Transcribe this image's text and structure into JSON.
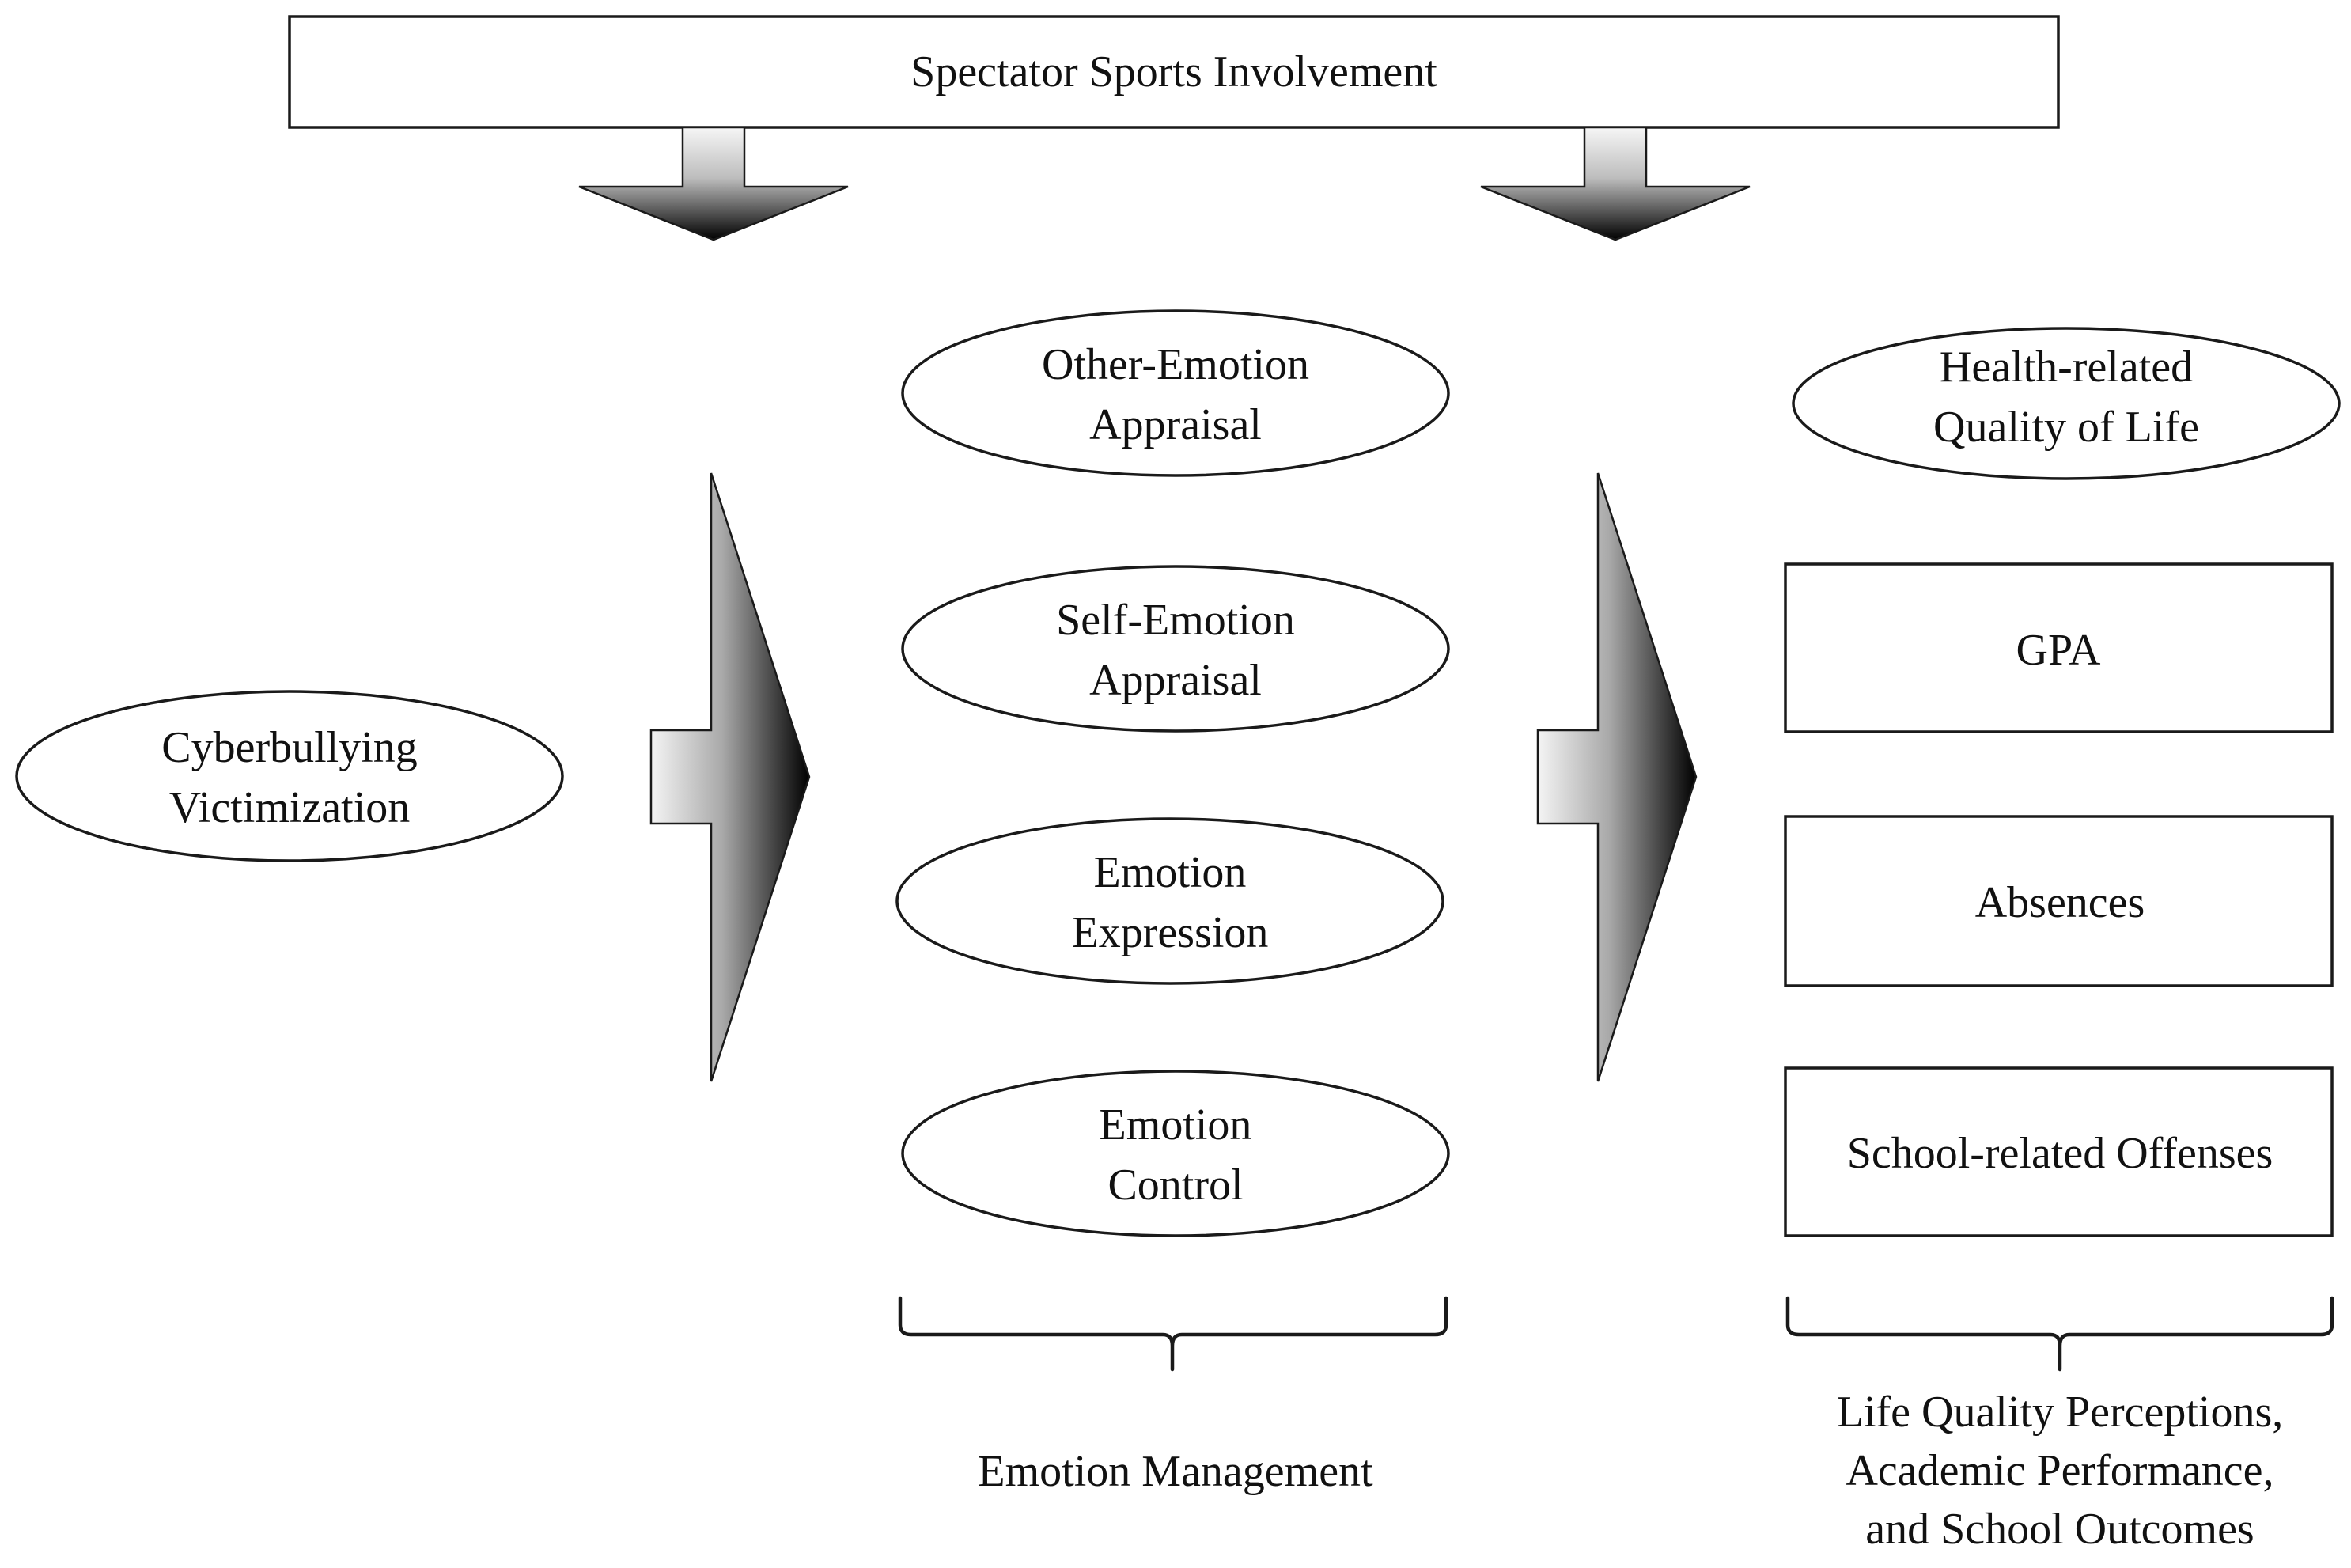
{
  "header": {
    "label": "Spectator Sports Involvement"
  },
  "predictor": {
    "line1": "Cyberbullying",
    "line2": "Victimization"
  },
  "emotion_management": {
    "items": [
      {
        "line1": "Other-Emotion",
        "line2": "Appraisal"
      },
      {
        "line1": "Self-Emotion",
        "line2": "Appraisal"
      },
      {
        "line1": "Emotion",
        "line2": "Expression"
      },
      {
        "line1": "Emotion",
        "line2": "Control"
      }
    ],
    "group_label": "Emotion Management"
  },
  "outcomes": {
    "quality_of_life": {
      "line1": "Health-related",
      "line2": "Quality of Life"
    },
    "gpa": "GPA",
    "absences": "Absences",
    "offenses": "School-related Offenses",
    "group_label": {
      "line1": "Life Quality Perceptions,",
      "line2": "Academic Performance,",
      "line3": "and School Outcomes"
    }
  },
  "colors": {
    "stroke": "#1a1a1a",
    "text": "#111111",
    "arrow_light": "#f4f4f4",
    "arrow_dark": "#000000"
  }
}
